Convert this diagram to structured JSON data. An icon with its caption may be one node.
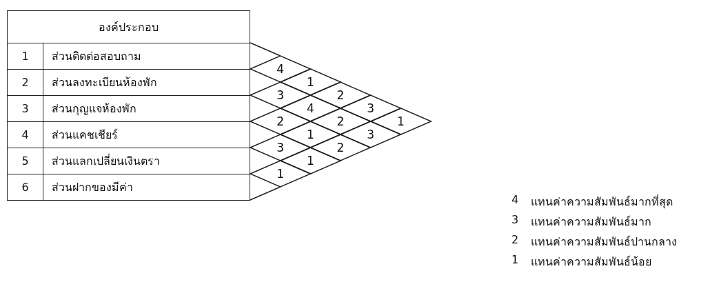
{
  "diagram": {
    "nodes": [
      {
        "text": [
          "4"
        ]
      },
      {
        "text": [
          "3"
        ]
      },
      {
        "text": [
          "2"
        ]
      },
      {
        "text": [
          "3"
        ]
      },
      {
        "text": [
          "1"
        ]
      },
      {
        "text": [
          "1"
        ]
      },
      {
        "text": [
          "4"
        ]
      },
      {
        "text": [
          "1"
        ]
      },
      {
        "text": [
          "1"
        ]
      },
      {
        "text": [
          "2"
        ]
      },
      {
        "text": [
          "2"
        ]
      },
      {
        "text": [
          "2"
        ]
      },
      {
        "text": [
          "3"
        ]
      },
      {
        "text": [
          "3"
        ]
      },
      {
        "text": [
          "1"
        ]
      }
    ],
    "labels": [
      "องค์ประกอบ",
      "1",
      "ส่วนติดต่อสอบถาม",
      "2",
      "ส่วนลงทะเบียนห้องพัก",
      "3",
      "ส่วนกุญแจห้องพัก",
      "4",
      "ส่วนแคชเชียร์",
      "5",
      "ส่วนแลกเปลี่ยนเงินตรา",
      "6",
      "ส่วนฝากของมีค่า",
      "4",
      "แทนค่าความสัมพันธ์มากที่สุด",
      "3",
      "แทนค่าความสัมพันธ์มาก",
      "2",
      "แทนค่าความสัมพันธ์ปานกลาง",
      "1",
      "แทนค่าความสัมพันธ์น้อย"
    ]
  }
}
